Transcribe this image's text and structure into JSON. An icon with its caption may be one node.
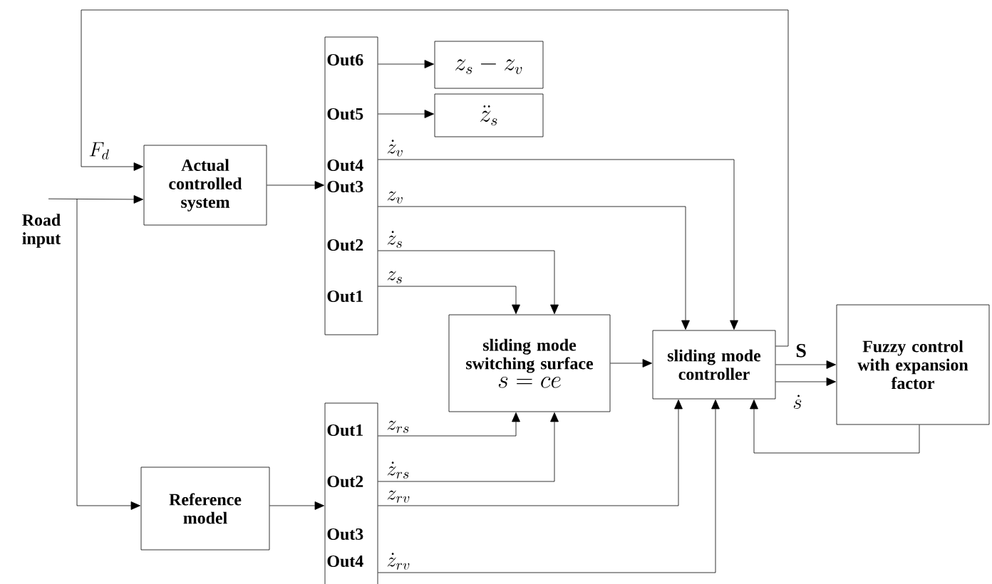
{
  "diagram": {
    "nodes": [
      {
        "text": [
          "Road input"
        ]
      },
      {
        "text": [
          "Actual controlled system"
        ]
      },
      {
        "text": [
          "Out6",
          "Out5",
          "Out4",
          "Out3",
          "Out2",
          "Out1"
        ]
      },
      {
        "text": [
          "z_s - z_v"
        ]
      },
      {
        "text": [
          "\\ddot{z}_s"
        ]
      },
      {
        "text": [
          "sliding mode switching surface",
          "s = ce"
        ]
      },
      {
        "text": [
          "sliding mode controller"
        ]
      },
      {
        "text": [
          "Fuzzy control with expansion factor"
        ]
      },
      {
        "text": [
          "Reference model"
        ]
      },
      {
        "text": [
          "Out1",
          "Out2",
          "Out3",
          "Out4"
        ]
      }
    ],
    "edges": [
      {
        "from": 0,
        "to": 1,
        "arrow": "to"
      },
      {
        "from": 0,
        "to": 8,
        "arrow": "to"
      },
      {
        "from": 6,
        "to": 1,
        "arrow": "to",
        "label": "F_d"
      },
      {
        "from": 1,
        "to": 2,
        "arrow": "to"
      },
      {
        "from": 2,
        "to": 3,
        "arrow": "to"
      },
      {
        "from": 2,
        "to": 4,
        "arrow": "to"
      },
      {
        "from": 2,
        "to": 6,
        "arrow": "to",
        "label": "\\dot{z}_v"
      },
      {
        "from": 2,
        "to": 6,
        "arrow": "to",
        "label": "z_v"
      },
      {
        "from": 2,
        "to": 5,
        "arrow": "to",
        "label": "\\dot{z}_s"
      },
      {
        "from": 2,
        "to": 5,
        "arrow": "to",
        "label": "z_s"
      },
      {
        "from": 5,
        "to": 6,
        "arrow": "to"
      },
      {
        "from": 6,
        "to": 7,
        "arrow": "to",
        "label": "\\mathbf{S}"
      },
      {
        "from": 6,
        "to": 7,
        "arrow": "to",
        "label": "\\dot{s}"
      },
      {
        "from": 7,
        "to": 6,
        "arrow": "to"
      },
      {
        "from": 8,
        "to": 9,
        "arrow": "to"
      },
      {
        "from": 9,
        "to": 5,
        "arrow": "to",
        "label": "z_{rs}"
      },
      {
        "from": 9,
        "to": 5,
        "arrow": "to",
        "label": "\\dot{z}_{rs}"
      },
      {
        "from": 9,
        "to": 6,
        "arrow": "to",
        "label": "z_{rv}"
      },
      {
        "from": 9,
        "to": 6,
        "arrow": "to",
        "label": "\\dot{z}_{rv}"
      }
    ]
  }
}
